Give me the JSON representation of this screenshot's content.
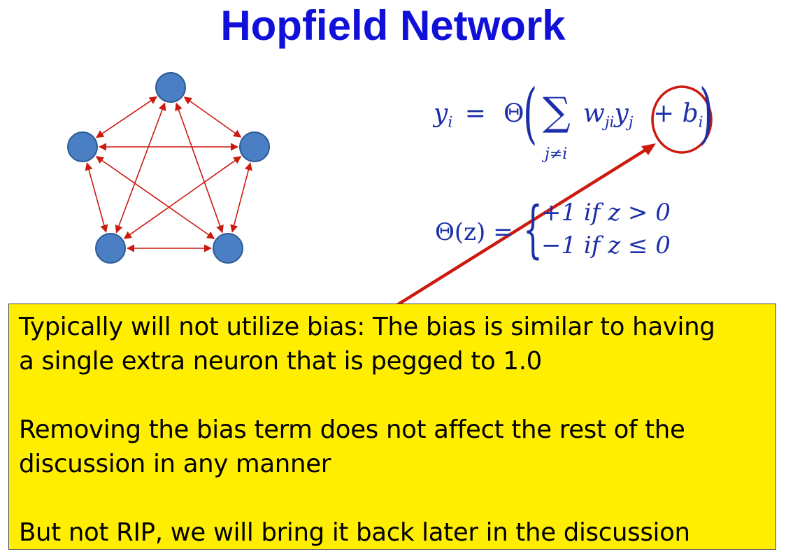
{
  "title": "Hopfield Network",
  "equation": {
    "lhs_var": "y",
    "lhs_sub": "i",
    "equals": "=",
    "theta": "Θ",
    "sum_symbol": "∑",
    "sum_index": "j≠i",
    "term_w": "w",
    "term_w_sub": "ji",
    "term_y": "y",
    "term_y_sub": "j",
    "plus_bias": "+ b",
    "bias_sub": "i"
  },
  "threshold": {
    "lhs": "Θ(z) =",
    "case1": "+1 if z > 0",
    "case2": "−1 if z ≤ 0"
  },
  "callout": {
    "line1": "Typically will not utilize bias:  The bias is similar to having",
    "line2": "a single extra neuron that is pegged to 1.0",
    "line3": "Removing the bias term does not affect the rest of the",
    "line4": "discussion in any manner",
    "line5": "But not RIP,  we will bring it back later in the discussion"
  },
  "colors": {
    "title": "#1010d8",
    "node_fill": "#4a7fc4",
    "node_stroke": "#2c5a95",
    "edge": "#cc1a0f",
    "equation": "#1a2fa8",
    "callout_bg": "#ffee00",
    "highlight": "#cc1a0f"
  }
}
